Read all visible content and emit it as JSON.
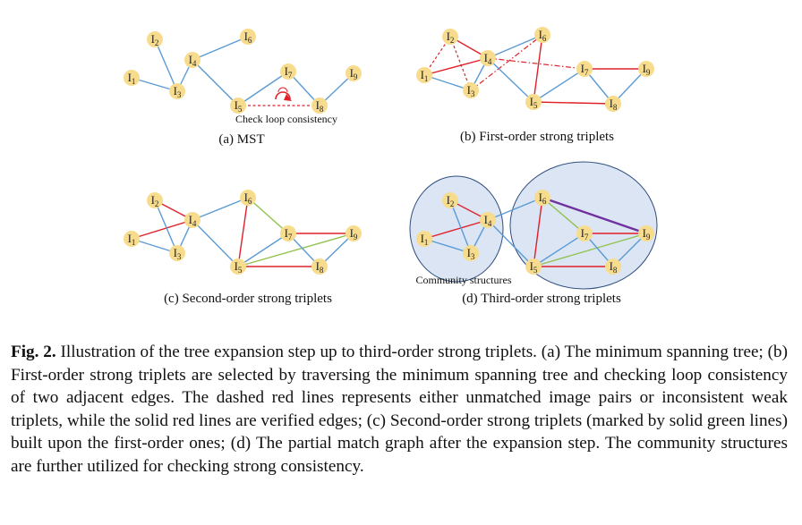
{
  "node_prefix": "I",
  "node_indices": {
    "n1": "1",
    "n2": "2",
    "n3": "3",
    "n4": "4",
    "n5": "5",
    "n6": "6",
    "n7": "7",
    "n8": "8",
    "n9": "9"
  },
  "panels": {
    "a": {
      "caption": "(a) MST",
      "annotation": "Check loop consistency"
    },
    "b": {
      "caption": "(b) First-order strong triplets"
    },
    "c": {
      "caption": "(c) Second-order strong triplets"
    },
    "d": {
      "caption": "(d) Third-order strong triplets",
      "annotation": "Community structures"
    }
  },
  "figure_caption": {
    "label": "Fig. 2.",
    "text": "Illustration of the tree expansion step up to third-order strong triplets. (a) The minimum spanning tree; (b) First-order strong triplets are selected by traversing the minimum spanning tree and checking loop consistency of two adjacent edges. The dashed red lines represents either unmatched image pairs or inconsistent weak triplets, while the solid red lines are verified edges; (c) Second-order strong triplets (marked by solid green lines) built upon the first-order ones; (d) The partial match graph after the expansion step. The community structures are further utilized for checking strong consistency."
  },
  "colors": {
    "node_fill": "#f8dc8e",
    "tree_edge": "#5b9bd5",
    "verified_edge": "#e0202a",
    "second_order_edge": "#92c24f",
    "third_order_edge": "#7030a0",
    "community_fill": "#dbe5f3"
  }
}
